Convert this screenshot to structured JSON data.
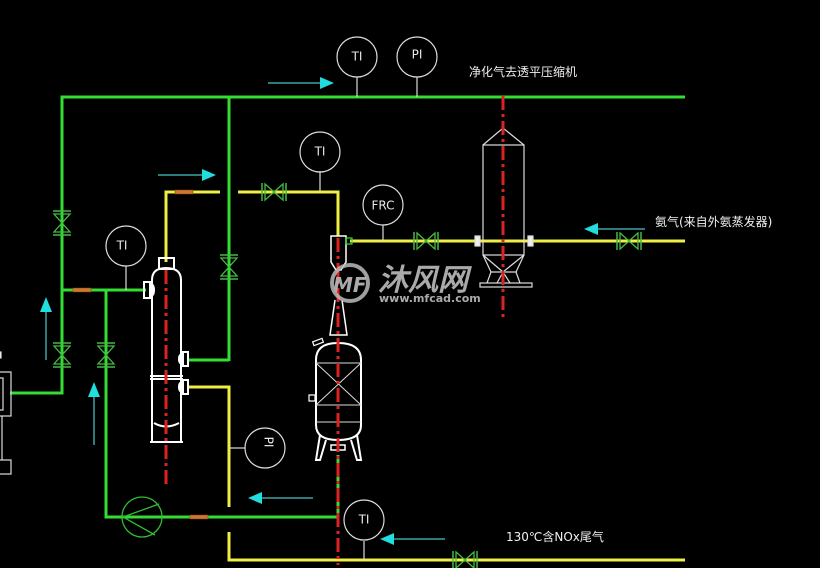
{
  "diagram": {
    "type": "process-flow-diagram",
    "colors": {
      "background": "#000000",
      "green_pipe": "#33dd33",
      "yellow_pipe": "#eeee44",
      "valve": "#44bb44",
      "equipment": "#ffffff",
      "centerline": "#dd2222",
      "flow_arrow": "#22dddd",
      "instrument": "#dddddd"
    },
    "labels": {
      "top_outlet": "净化气去透平压缩机",
      "ammonia_inlet": "氨气(来自外氨蒸发器)",
      "tail_gas_inlet": "130℃含NOx尾气"
    },
    "instruments": [
      {
        "id": "ti-top",
        "tag": "TI"
      },
      {
        "id": "pi-top",
        "tag": "PI"
      },
      {
        "id": "ti-mid",
        "tag": "TI"
      },
      {
        "id": "frc",
        "tag": "FRC"
      },
      {
        "id": "ti-left",
        "tag": "TI"
      },
      {
        "id": "pi-bottom",
        "tag": "PI"
      },
      {
        "id": "ti-bottom",
        "tag": "TI"
      }
    ],
    "watermark": {
      "logo": "MF",
      "name": "沐风网",
      "url": "www.mfcad.com"
    }
  }
}
